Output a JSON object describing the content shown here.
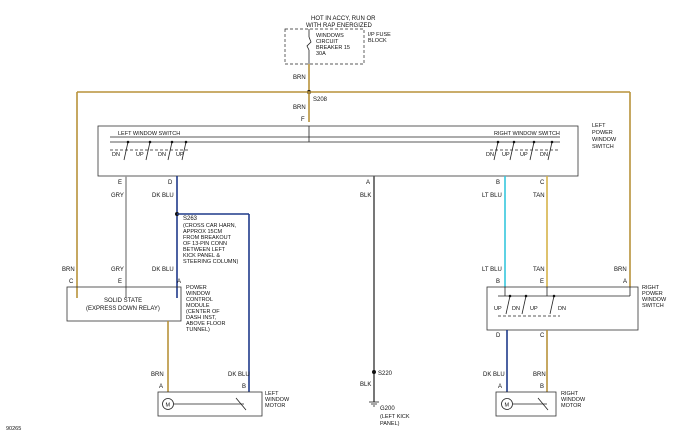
{
  "colors": {
    "brn": "#b8923a",
    "gry": "#9a9a9a",
    "dkblu": "#1f3a8a",
    "ltblu": "#35c6de",
    "tan": "#d6b24a",
    "blk": "#555555"
  },
  "source": {
    "line1": "HOT IN ACCY, RUN OR",
    "line2": "WITH RAP ENERGIZED"
  },
  "fuse": {
    "l1": "WINDOWS",
    "l2": "CIRCUIT",
    "l3": "BREAKER 15",
    "l4": "30A",
    "block_l1": "I/P FUSE",
    "block_l2": "BLOCK"
  },
  "splices": {
    "s208": "S208",
    "s263": "S263",
    "s263_note": [
      "(CROSS CAR HARN,",
      "APPROX 15CM",
      "FROM BREAKOUT",
      "OF 13-PIN CONN",
      "BETWEEN LEFT",
      "KICK PANEL &",
      "STEERING COLUMN)"
    ],
    "s220": "S220",
    "g200": "G200",
    "g200_note": [
      "(LEFT KICK",
      "PANEL)"
    ]
  },
  "switch_assembly": {
    "left_label": "LEFT WINDOW SWITCH",
    "right_label": "RIGHT WINDOW SWITCH",
    "name": [
      "LEFT",
      "POWER",
      "WINDOW",
      "SWITCH"
    ]
  },
  "right_switch": {
    "name": [
      "RIGHT",
      "POWER",
      "WINDOW",
      "SWITCH"
    ]
  },
  "module": {
    "label": "SOLID STATE",
    "sub": "(EXPRESS DOWN RELAY)",
    "name": [
      "POWER",
      "WINDOW",
      "CONTROL",
      "MODULE",
      "(CENTER OF",
      "DASH INST,",
      "ABOVE FLOOR",
      "TUNNEL)"
    ]
  },
  "left_motor": {
    "name": [
      "LEFT",
      "WINDOW",
      "MOTOR"
    ],
    "symbol": "M"
  },
  "right_motor": {
    "name": [
      "RIGHT",
      "WINDOW",
      "MOTOR"
    ],
    "symbol": "M"
  },
  "wire_labels": {
    "brn": "BRN",
    "gry": "GRY",
    "dkblu": "DK BLU",
    "blk": "BLK",
    "ltblu": "LT BLU",
    "tan": "TAN"
  },
  "contacts": {
    "dn": "DN",
    "up": "UP"
  },
  "pins": {
    "a": "A",
    "b": "B",
    "c": "C",
    "d": "D",
    "e": "E",
    "f": "F"
  },
  "figure_id": "90265"
}
